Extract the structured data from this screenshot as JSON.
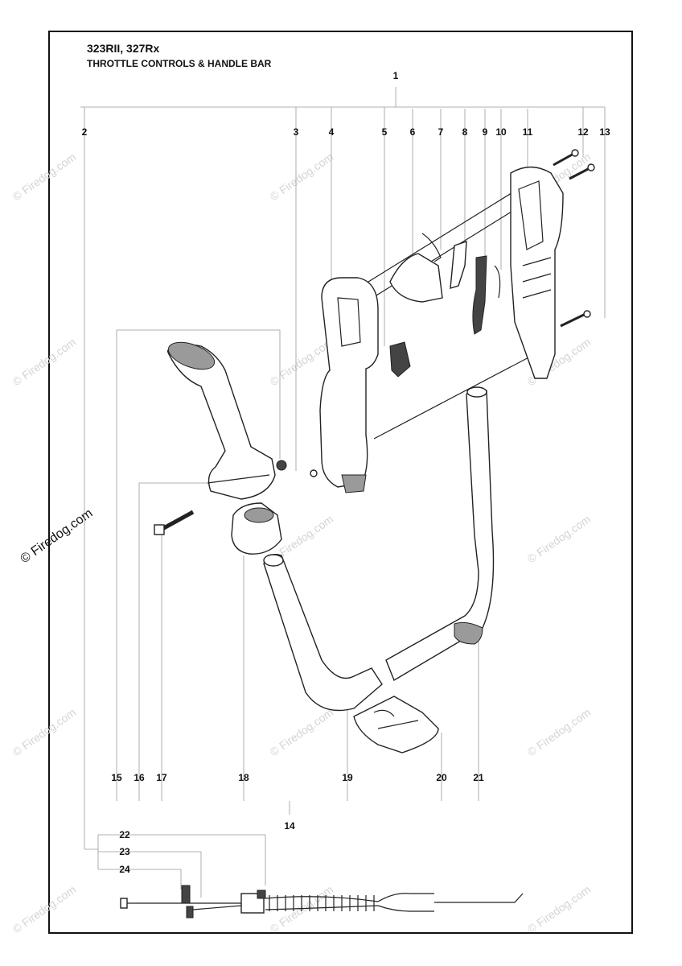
{
  "header": {
    "model": "323RII, 327Rx",
    "section": "THROTTLE CONTROLS & HANDLE BAR"
  },
  "watermark": {
    "text": "© Firedog.com"
  },
  "callouts": [
    "1",
    "2",
    "3",
    "4",
    "5",
    "6",
    "7",
    "8",
    "9",
    "10",
    "11",
    "12",
    "13",
    "14",
    "15",
    "16",
    "17",
    "18",
    "19",
    "20",
    "21",
    "22",
    "23",
    "24"
  ]
}
